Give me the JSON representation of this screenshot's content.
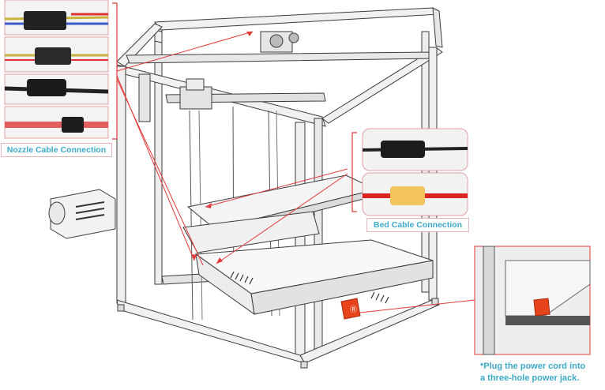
{
  "labels": {
    "nozzle": "Nozzle Cable Connection",
    "bed": "Bed Cable Connection",
    "power_line1": "*Plug the power cord into",
    "power_line2": "a three-hole power jack."
  },
  "colors": {
    "accent_text": "#3da9c6",
    "callout_line": "#e23a3a",
    "frame_stroke": "#444444",
    "power_switch": "#e8441b"
  },
  "icons": [
    "connector-photo",
    "power-switch-icon",
    "printer-frame-illustration"
  ]
}
